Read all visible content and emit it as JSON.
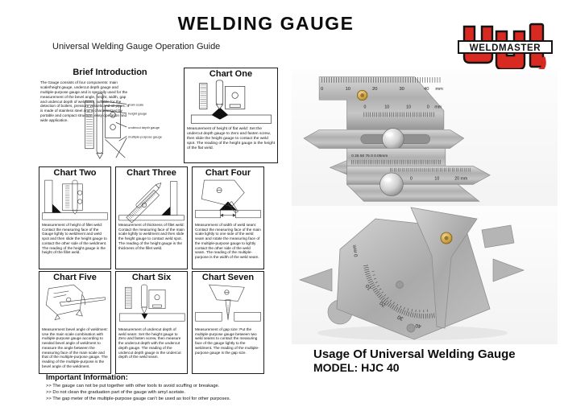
{
  "page": {
    "title": "WELDING GAUGE",
    "subtitle": "Universal Welding Gauge Operation Guide"
  },
  "logo": {
    "brand": "WELDMASTER",
    "red": "#d82a20",
    "black": "#141414"
  },
  "brief_introduction": {
    "title": "Brief Introduction",
    "body": "The Gauge consists of four components: main scale/height gauge, undercut depth gauge and multiple-purpose gauge and is specially used for the measurement of the bevel angle, height, width, gap and undercut depth of weldment, suitable for the detection of boilers, pressure vessels and oil pipes. It is made of stainless steel and is characterized by portable and compact structure, easy operation and wide application.",
    "diagram_labels": [
      "main scale",
      "height gauge",
      "undercut depth gauge",
      "multiple-purpose gauge"
    ]
  },
  "charts": [
    {
      "title": "Chart One",
      "caption": "Measurement of height of flat weld: Set the undercut depth gauge to Zero and fasten screw, then slide the height gauge to contact the weld spot. The reading of the height gauge is the height of the flat weld."
    },
    {
      "title": "Chart Two",
      "caption": "Measurement of height of fillet weld: Contact the measuring face of the Gauge lightly to weldment and weld spot and then slide the height gauge to contact the other side of the weldment. The reading of the height gauge is the height of the fillet weld."
    },
    {
      "title": "Chart Three",
      "caption": "Measurement of thickness of fillet weld: Contact the measuring face of the main scale lightly to weldment and then slide the height gauge to contact weld spot. The reading of the height gauge is the thickness of the fillet weld."
    },
    {
      "title": "Chart Four",
      "caption": "Measurement of width of weld seam: Contact the measuring face of the main scale lightly to one side of the weld seam and rotate the measuring face of the multiple-purpose gauge to lightly contact the other side of the weld seam. The reading of the multiple-purpose is the width of the weld seam."
    },
    {
      "title": "Chart Five",
      "caption": "Measurement bevel angle of weldment: Use the main scale combination with multiple-purpose gauge according to needed bevel angle of weldment to measure the angle between the measuring face of the main scale and that of the multiple-purpose gauge. The reading of the multiple-purpose is the bevel angle of the weldment."
    },
    {
      "title": "Chart Six",
      "caption": "Measurement of undercut depth of weld seam: Set the height gauge to Zero and fasten screw, then measure the undercut depth with the undercut depth gauge. The reading of the undercut depth gauge is the undercut depth of the weld seam."
    },
    {
      "title": "Chart Seven",
      "caption": "Measurement of gap size: Put the multiple-purpose gauge between two weld seams to contact the measuring face of the gauge lightly to the weldment. The reading of the multiple-purpose gauge is the gap size."
    }
  ],
  "important_information": {
    "title": "Important Information:",
    "items": [
      ">> The gauge can not be put together with other tools to avoid scuffing or breakage.",
      ">> Do not clean the graduation part of the gauge with amyl acetate.",
      ">> The gap meter of the multiple-purpose gauge can't be used as tool for other purposes."
    ]
  },
  "photos": {
    "front": {
      "top_scale": [
        "0",
        "10",
        "20",
        "30",
        "40",
        "mm"
      ],
      "slide_scale": [
        "0",
        "10",
        "10",
        "0",
        "mm"
      ],
      "vernier_scale": "0   25   50   75   0    0.05mm",
      "lower_scale": [
        "0",
        "10",
        "20 mm"
      ]
    },
    "angle": {
      "arc_labels": [
        "0 mm",
        "10",
        "20",
        "30",
        "40"
      ]
    }
  },
  "usage": {
    "line1": "Usage Of Universal Welding Gauge",
    "line2": "MODEL: HJC 40"
  }
}
